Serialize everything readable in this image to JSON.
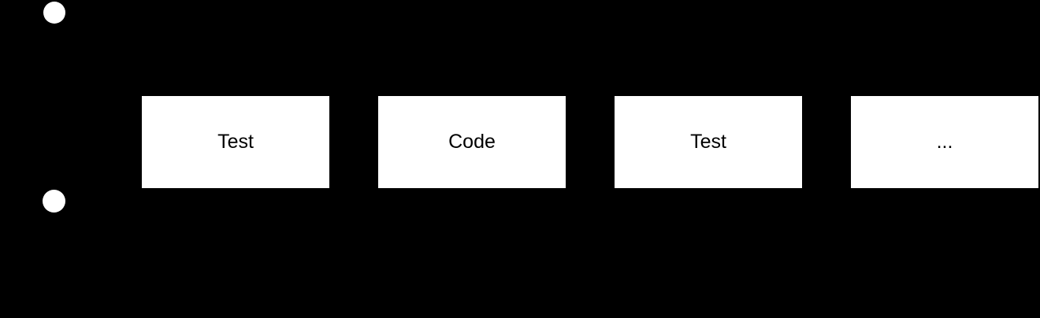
{
  "diagram": {
    "type": "flow-diagram",
    "background_color": "#000000",
    "node_fill_color": "#ffffff",
    "node_text_color": "#000000",
    "start_node": {
      "shape": "filled-circle"
    },
    "end_node": {
      "shape": "filled-circle"
    },
    "nodes": [
      {
        "label": "Test"
      },
      {
        "label": "Code"
      },
      {
        "label": "Test"
      },
      {
        "label": "..."
      }
    ]
  }
}
